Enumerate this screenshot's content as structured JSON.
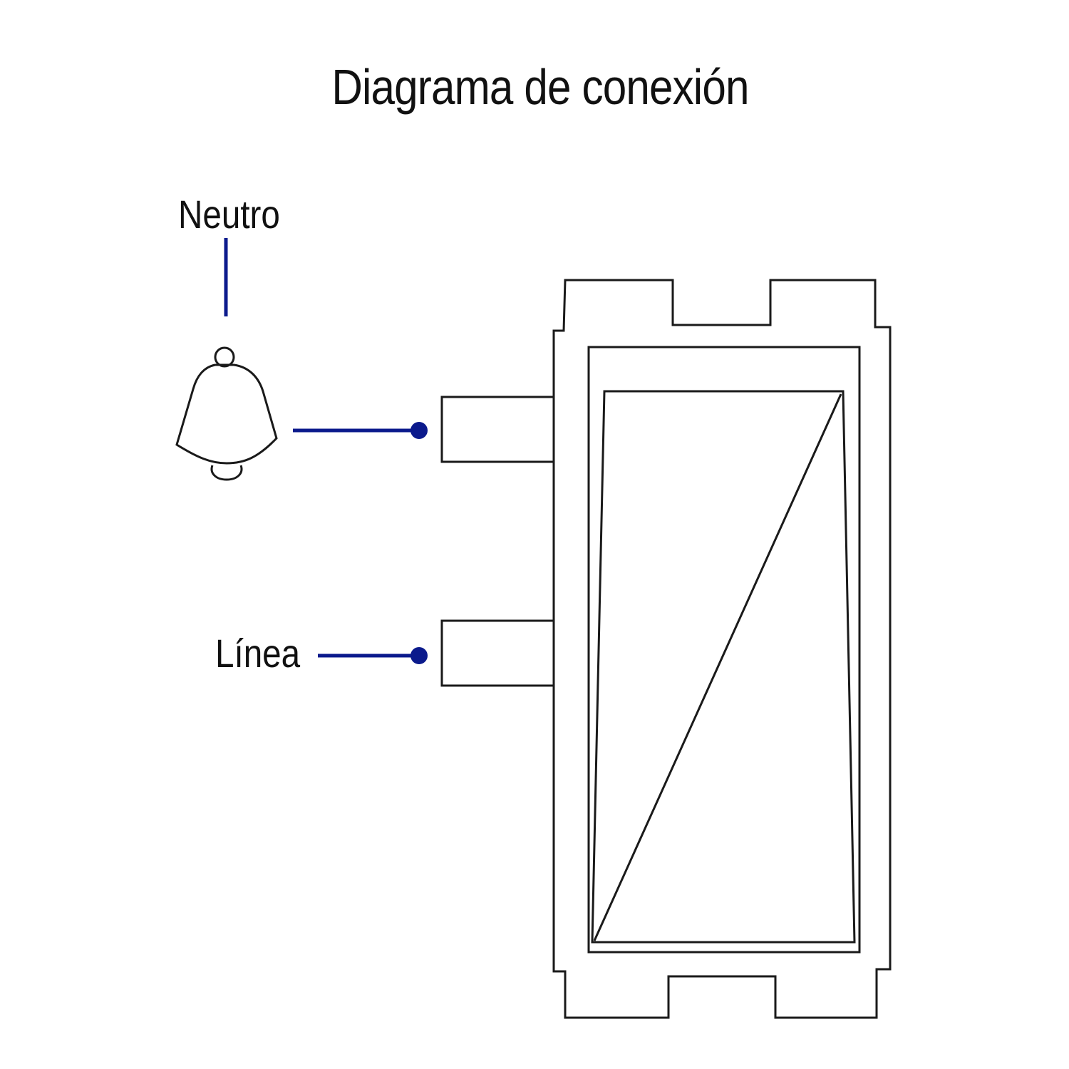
{
  "diagram": {
    "title": "Diagrama de conexión",
    "labels": {
      "neutral": "Neutro",
      "line": "Línea"
    },
    "colors": {
      "wire": "#0b1a8c",
      "outline": "#1a1a1a"
    },
    "icons": {
      "load": "bell-icon",
      "device": "switch-module-icon"
    }
  }
}
